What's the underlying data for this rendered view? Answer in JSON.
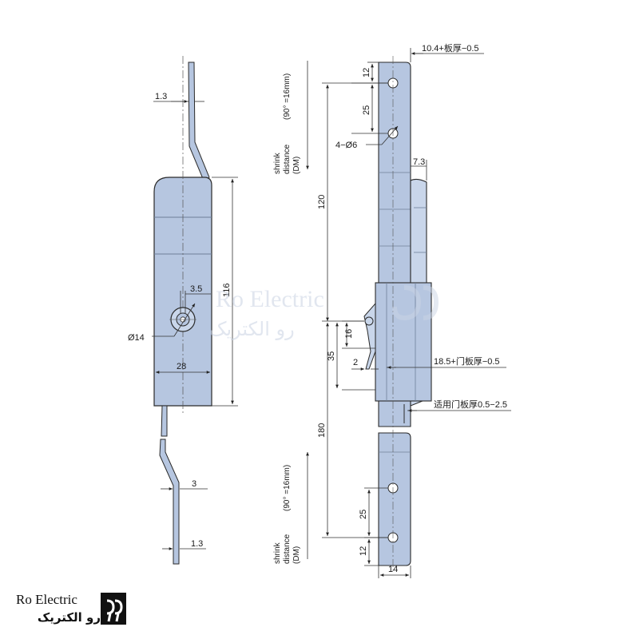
{
  "watermark": {
    "latin": "Ro Electric",
    "persian": "رو الکتریک"
  },
  "brand": {
    "name_en": "Ro Electric",
    "name_fa": "رو الکتریک"
  },
  "left_view": {
    "dim_top_rod": "1.3",
    "dim_cam": "3.5",
    "dim_height": "116",
    "dim_hole": "Ø14",
    "dim_width": "28",
    "dim_bend": "3",
    "dim_bottom_rod": "1.3"
  },
  "middle": {
    "shrink_top": [
      "shrink",
      "distance",
      "(DM)"
    ],
    "shrink_top_note": "(90° =16mm)",
    "shrink_bottom": [
      "shrink",
      "distance",
      "(DM)"
    ],
    "shrink_bottom_note": "(90° =16mm)"
  },
  "right_view": {
    "dim_top_offset": "10.4+板厚−0.5",
    "dim_12_top": "12",
    "dim_25_top": "25",
    "dim_holes": "4−Ø6",
    "dim_7_3": "7.3",
    "dim_120": "120",
    "dim_16": "16",
    "dim_35": "35",
    "dim_2": "2",
    "dim_18_5": "18.5+门板厚−0.5",
    "dim_door": "适用门板厚0.5−2.5",
    "dim_180": "180",
    "dim_25_bottom": "25",
    "dim_12_bottom": "12",
    "dim_14": "14"
  },
  "colors": {
    "body": "#b6c6e0",
    "body_light": "#c9d6ea",
    "outline": "#2a2a2a",
    "line": "#333333"
  }
}
